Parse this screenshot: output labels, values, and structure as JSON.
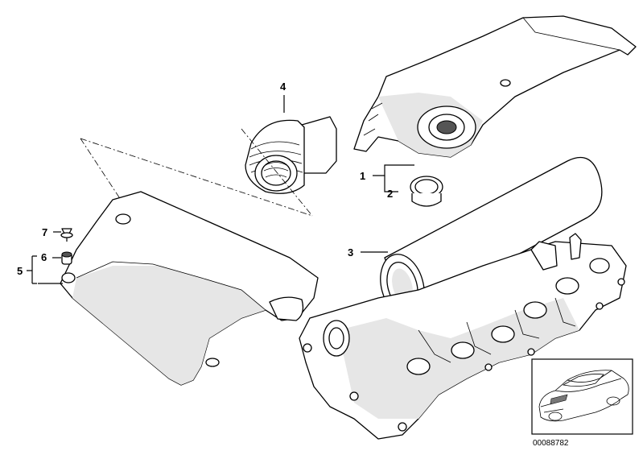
{
  "diagram": {
    "callouts": [
      {
        "id": "1",
        "label": "1"
      },
      {
        "id": "2",
        "label": "2"
      },
      {
        "id": "3",
        "label": "3"
      },
      {
        "id": "4",
        "label": "4"
      },
      {
        "id": "5",
        "label": "5"
      },
      {
        "id": "6",
        "label": "6"
      },
      {
        "id": "7",
        "label": "7"
      }
    ],
    "reference_code": "00088782",
    "thumbnail_icon": "car-thumbnail-icon"
  }
}
